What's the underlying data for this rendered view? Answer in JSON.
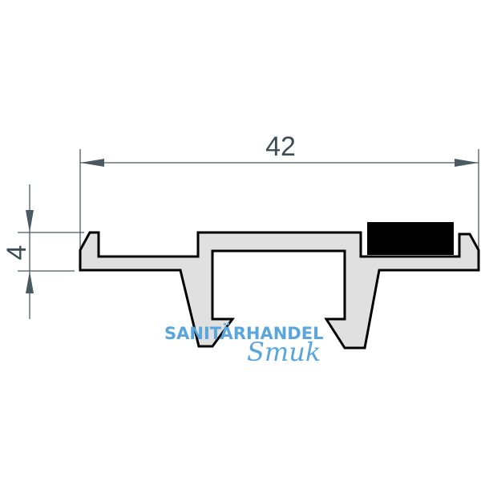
{
  "drawing": {
    "type": "technical profile cross-section",
    "dimensions": {
      "width": {
        "value": "42"
      },
      "height": {
        "value": "4"
      }
    },
    "colors": {
      "dimension_line": "#4a5a60",
      "profile_fill": "#e0e0e0",
      "profile_stroke": "#000000",
      "seal_fill": "#000000"
    }
  },
  "watermark": {
    "line1": "SANITÄRHANDEL",
    "line2": "Smuk",
    "color": "#5aa6dc"
  }
}
